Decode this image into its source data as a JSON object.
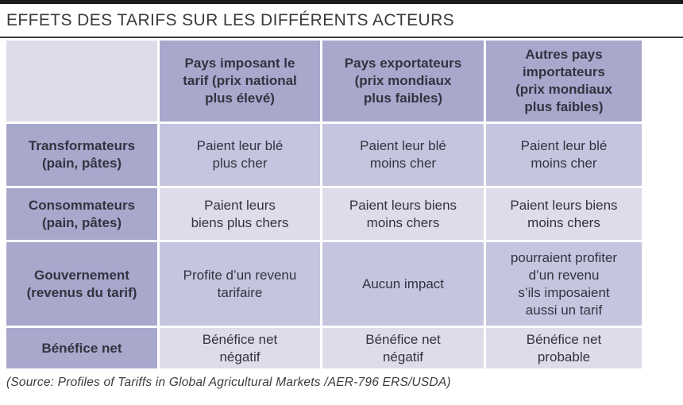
{
  "page": {
    "title": "EFFETS DES TARIFS SUR LES DIFFÉRENTS ACTEURS",
    "source": "(Source: Profiles of Tariffs in Global Agricultural Markets /AER-796 ERS/USDA)"
  },
  "colors": {
    "top_bar": "#1b1b1b",
    "title_text": "#3a3a3a",
    "header_cell_purple": "#a8a8cd",
    "row_label_purple": "#a8a8cd",
    "data_cell_medium": "#c5c5df",
    "data_cell_light": "#dcdcea",
    "corner_cell": "#dcdce9",
    "cell_text": "#333340",
    "grid_lines": "#ffffff"
  },
  "chart_data": {
    "type": "table",
    "title": "EFFETS DES TARIFS SUR LES DIFFÉRENTS ACTEURS",
    "column_headers": [
      "Pays imposant le\ntarif (prix national\nplus élevé)",
      "Pays exportateurs\n(prix mondiaux\nplus faibles)",
      "Autres pays\nimportateurs\n(prix mondiaux\nplus faibles)"
    ],
    "rows": [
      {
        "label": "Transformateurs\n(pain, pâtes)",
        "cells": [
          "Paient leur blé\nplus cher",
          "Paient leur blé\nmoins cher",
          "Paient leur blé\nmoins cher"
        ]
      },
      {
        "label": "Consommateurs\n(pain, pâtes)",
        "cells": [
          "Paient leurs\nbiens plus chers",
          "Paient leurs biens\nmoins chers",
          "Paient leurs biens\nmoins chers"
        ]
      },
      {
        "label": "Gouvernement\n(revenus du tarif)",
        "cells": [
          "Profite d’un revenu\ntarifaire",
          "Aucun impact",
          "pourraient profiter\nd’un revenu\ns’ils imposaient\naussi un tarif"
        ]
      },
      {
        "label": "Bénéfice net",
        "cells": [
          "Bénéfice net\nnégatif",
          "Bénéfice net\nnégatif",
          "Bénéfice net\nprobable"
        ]
      }
    ]
  }
}
